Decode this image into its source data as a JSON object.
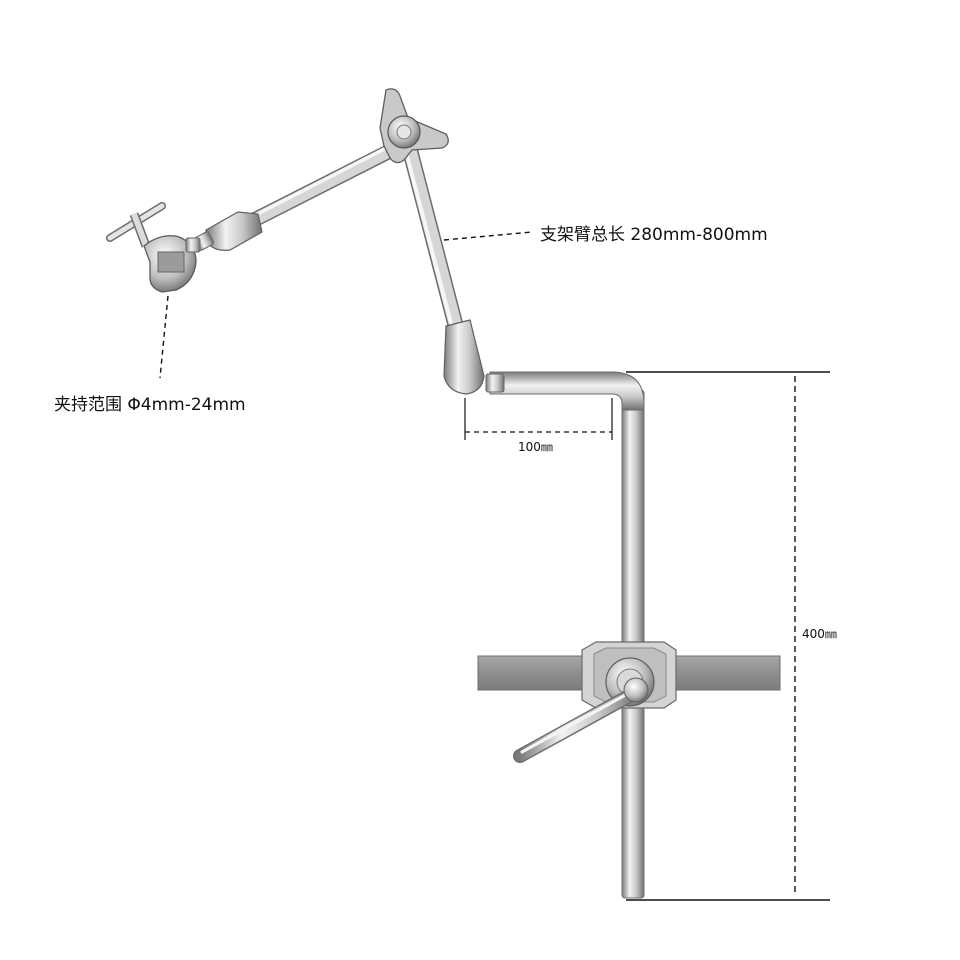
{
  "annotations": {
    "arm_length": "支架臂总长 280mm-800mm",
    "clamp_range": "夹持范围 Φ4mm-24mm",
    "offset": "100㎜",
    "height": "400㎜"
  },
  "colors": {
    "steel_light": "#f4f4f4",
    "steel_mid": "#b9b9b9",
    "steel_dark": "#6a6a6a",
    "bar_fill": "#9a9a9a",
    "dim_line": "#111111"
  }
}
